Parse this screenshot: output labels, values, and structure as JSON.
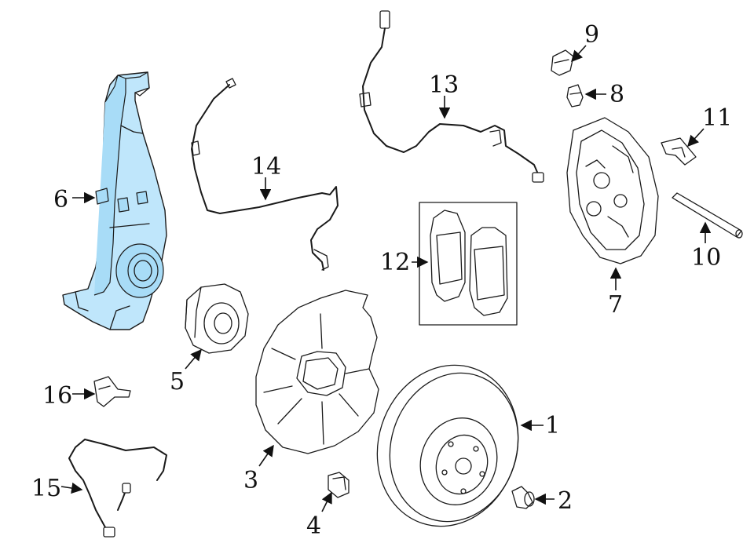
{
  "colors": {
    "highlight": "#bfe6fb",
    "line": "#1a1a1a",
    "background": "#ffffff"
  },
  "callouts": {
    "c1": "1",
    "c2": "2",
    "c3": "3",
    "c4": "4",
    "c5": "5",
    "c6": "6",
    "c7": "7",
    "c8": "8",
    "c9": "9",
    "c10": "10",
    "c11": "11",
    "c12": "12",
    "c13": "13",
    "c14": "14",
    "c15": "15",
    "c16": "16"
  },
  "highlighted_part": "6"
}
